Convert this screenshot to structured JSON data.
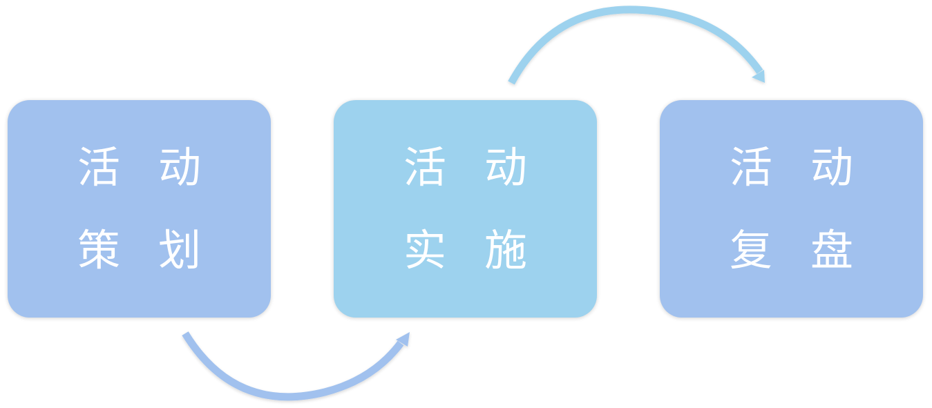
{
  "steps": [
    {
      "line1": "活动",
      "line2": "策划",
      "color": "#A1C1EE"
    },
    {
      "line1": "活动",
      "line2": "实施",
      "color": "#9DD2EE"
    },
    {
      "line1": "活动",
      "line2": "复盘",
      "color": "#A1C1EE"
    }
  ],
  "arrows": [
    {
      "from": "策划",
      "to": "实施",
      "color": "#A1C1EE"
    },
    {
      "from": "实施",
      "to": "复盘",
      "color": "#9DD2EE"
    }
  ]
}
